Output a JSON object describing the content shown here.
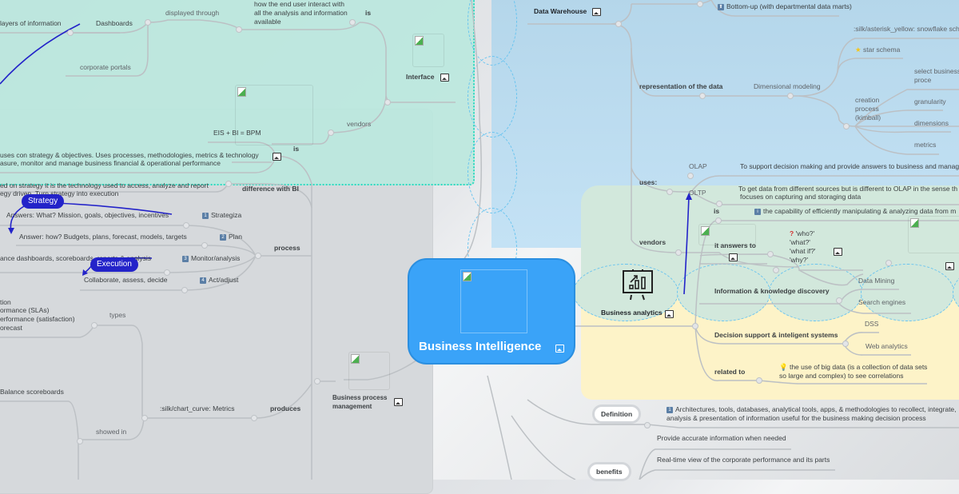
{
  "root": {
    "title": "Business Intelligence"
  },
  "interface": {
    "title": "Interface",
    "is_label": "is",
    "is_text": "how the end user interact with all the analysis and information available",
    "displayed_through": "displayed through",
    "dashboards": "Dashboards",
    "layers": "layers of information",
    "portals": "corporate portals",
    "vendors": "vendors"
  },
  "bpm": {
    "title": "Business process management",
    "is_label": "is",
    "eq": "EIS + BI = BPM",
    "is_text_1": "uses con strategy & objectives. Uses processes, methodologies, metrics & technology",
    "is_text_2": "asure, monitor and manage business  financial & operational performance",
    "difference_label": "difference with BI",
    "difference_1": "ed on strategy it is the technology used to access, analyze and report",
    "difference_2": "egy driven. Turn strategy into execution",
    "process_label": "process",
    "steps": [
      {
        "num": "1",
        "label": "Strategiza",
        "desc": "Answers: What? Mission, goals, objectives, incentives"
      },
      {
        "num": "2",
        "label": "Plan",
        "desc": "Answer: how? Budgets, plans, forecast, models, targets"
      },
      {
        "num": "3",
        "label": "Monitor/analysis",
        "desc": "ance dashboards, scoreboards, reports & analysis"
      },
      {
        "num": "4",
        "label": "Act/adjust",
        "desc": "Collaborate, assess, decide"
      }
    ],
    "strategy_tag": "Strategy",
    "execution_tag": "Execution",
    "produces_label": "produces",
    "metrics_label": ":silk/chart_curve: Metrics",
    "types_label": "types",
    "types": [
      "tion",
      "ormance (SLAs)",
      "erformance (satisfaction)",
      "orecast"
    ],
    "showed_in": "showed in",
    "balance": "Balance scoreboards"
  },
  "data_warehouse": {
    "title": "Data Warehouse",
    "bottom_up": "Bottom-up (with departmental data marts)",
    "representation": "representation of the data",
    "dimensional": "Dimensional modeling",
    "snowflake": ":silk/asterisk_yellow: snowflake  sch",
    "star": "star schema",
    "creation": "creation process (kimball)",
    "kimball_steps": [
      "select business proce",
      "granularity",
      "dimensions",
      "metrics"
    ],
    "uses": "uses:",
    "olap": "OLAP",
    "olap_desc": "To support decision making and provide answers to business and manage",
    "oltp": "OLTP",
    "oltp_desc_1": "To get data from different sources but is different to OLAP in the sense th",
    "oltp_desc_2": "focuses on capturing and storaging data",
    "vendors": "vendors"
  },
  "business_analytics": {
    "title": "Business analytics",
    "is_label": "is",
    "is_text": "the capability of efficiently manipulating & analyzing data from m",
    "answers_label": "it answers to",
    "questions": [
      "'who?'",
      "'what?'",
      "'what if?'",
      "'why?'"
    ],
    "info_label": "Information & knowledge discovery",
    "info_items": [
      "Data Mining",
      "Search engines"
    ],
    "dss_label": "Decision support & inteligent systems",
    "dss_items": [
      "DSS",
      "Web analytics"
    ],
    "related_label": "related to",
    "related_text": "the use of big data (is a collection of data sets so large and complex) to see correlations"
  },
  "definition": {
    "label": "Definition",
    "text": "Architectures, tools, databases, analytical tools, apps, & methodologies to recollect, integrate, analysis & presentation of information useful for the business making decision process"
  },
  "benefits": {
    "label": "benefits",
    "items": [
      "Provide accurate information when needed",
      "Real-time view of the corporate performance and its parts"
    ]
  },
  "colors": {
    "root": "#3aa3f8",
    "interface_bg": "#bae8de",
    "dw_bg": "#b4d6ea",
    "ba_bg": "#d2e8dc",
    "yellow_bg": "#fdf3c8",
    "tag": "#2323c9"
  }
}
